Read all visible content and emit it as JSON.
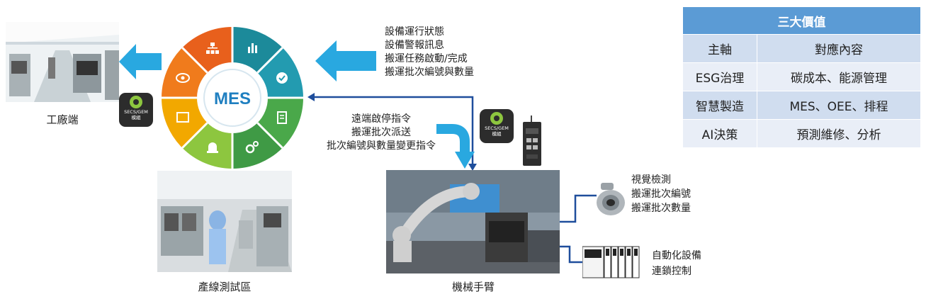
{
  "captions": {
    "factory": "工廠端",
    "test_area": "產線測試區",
    "robot_arm": "機械手臂"
  },
  "mes_label": "MES",
  "module_label": [
    "SECS/GEM",
    "模組"
  ],
  "upstream_messages": [
    "設備運行狀態",
    "設備警報訊息",
    "搬運任務啟動/完成",
    "搬運批次編號與數量"
  ],
  "downstream_messages": [
    "遠端啟停指令",
    "搬運批次派送",
    "批次編號與數量變更指令"
  ],
  "vision_labels": [
    "視覺檢測",
    "搬運批次編號",
    "搬運批次數量"
  ],
  "automation_labels": [
    "自動化設備",
    "連鎖控制"
  ],
  "value_table": {
    "title": "三大價值",
    "header": [
      "主軸",
      "對應內容"
    ],
    "rows": [
      [
        "ESG治理",
        "碳成本、能源管理"
      ],
      [
        "智慧製造",
        "MES、OEE、排程"
      ],
      [
        "AI決策",
        "預測維修、分析"
      ]
    ]
  },
  "colors": {
    "accent_blue": "#29a8e0",
    "line_blue": "#1f4e9c",
    "table_header": "#5b9bd5",
    "wheel": [
      "#1c8a9a",
      "#239bb0",
      "#4aa84a",
      "#3f9a45",
      "#8dc63f",
      "#f2a800",
      "#f07b1c",
      "#e8601c"
    ]
  },
  "wheel_icons": [
    "bar-chart-icon",
    "check-circle-icon",
    "document-icon",
    "gears-icon",
    "alarm-light-icon",
    "display-icon",
    "eye-icon",
    "org-chart-icon"
  ]
}
